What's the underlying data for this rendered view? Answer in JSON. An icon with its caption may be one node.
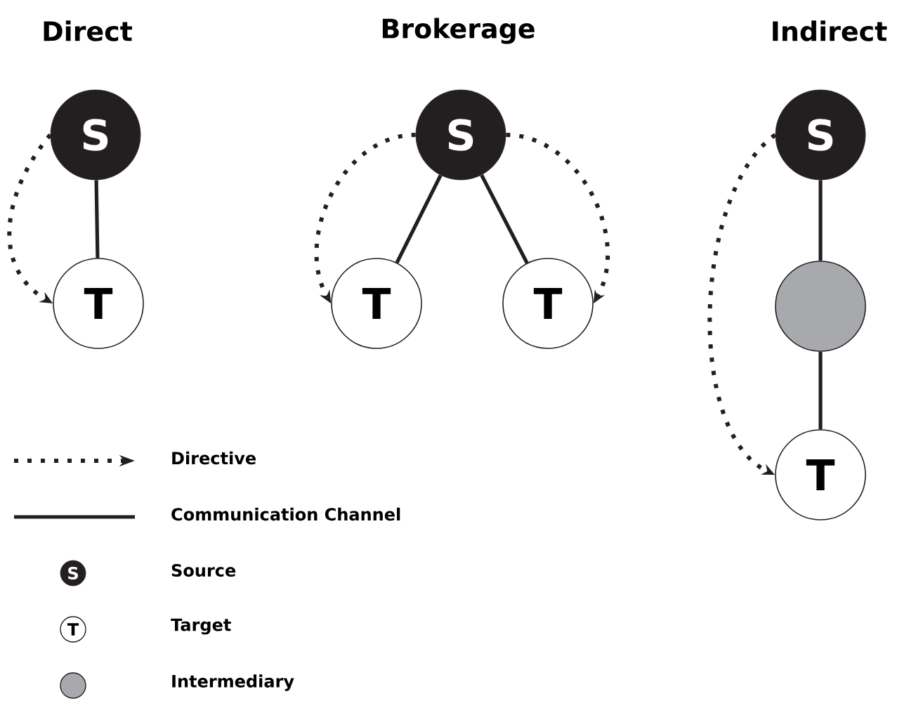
{
  "diagram": {
    "nodes": [
      {
        "text": [
          "S"
        ]
      },
      {
        "text": [
          "T"
        ]
      },
      {
        "text": [
          "S"
        ]
      },
      {
        "text": [
          "T"
        ]
      },
      {
        "text": [
          "T"
        ]
      },
      {
        "text": [
          "S"
        ]
      },
      {
        "text": [],
        "shape": "circle"
      },
      {
        "text": [
          "T"
        ]
      }
    ],
    "edges": [
      {
        "from": 0,
        "to": 1,
        "arrow": "none"
      },
      {
        "from": 0,
        "to": 1,
        "arrow": "to",
        "style": "dashed"
      },
      {
        "from": 2,
        "to": 3,
        "arrow": "none"
      },
      {
        "from": 2,
        "to": 4,
        "arrow": "none"
      },
      {
        "from": 2,
        "to": 3,
        "arrow": "to",
        "style": "dashed"
      },
      {
        "from": 2,
        "to": 4,
        "arrow": "to",
        "style": "dashed"
      },
      {
        "from": 5,
        "to": 6,
        "arrow": "none"
      },
      {
        "from": 6,
        "to": 7,
        "arrow": "none"
      },
      {
        "from": 5,
        "to": 7,
        "arrow": "to",
        "style": "dashed"
      }
    ],
    "labels": [
      "Direct",
      "Brokerage",
      "Indirect",
      "S",
      "T"
    ],
    "legend": [
      {
        "text": "Directive"
      },
      {
        "text": "Communication Channel"
      },
      {
        "text": "Source"
      },
      {
        "text": "Target"
      },
      {
        "text": "Intermediary"
      }
    ]
  }
}
